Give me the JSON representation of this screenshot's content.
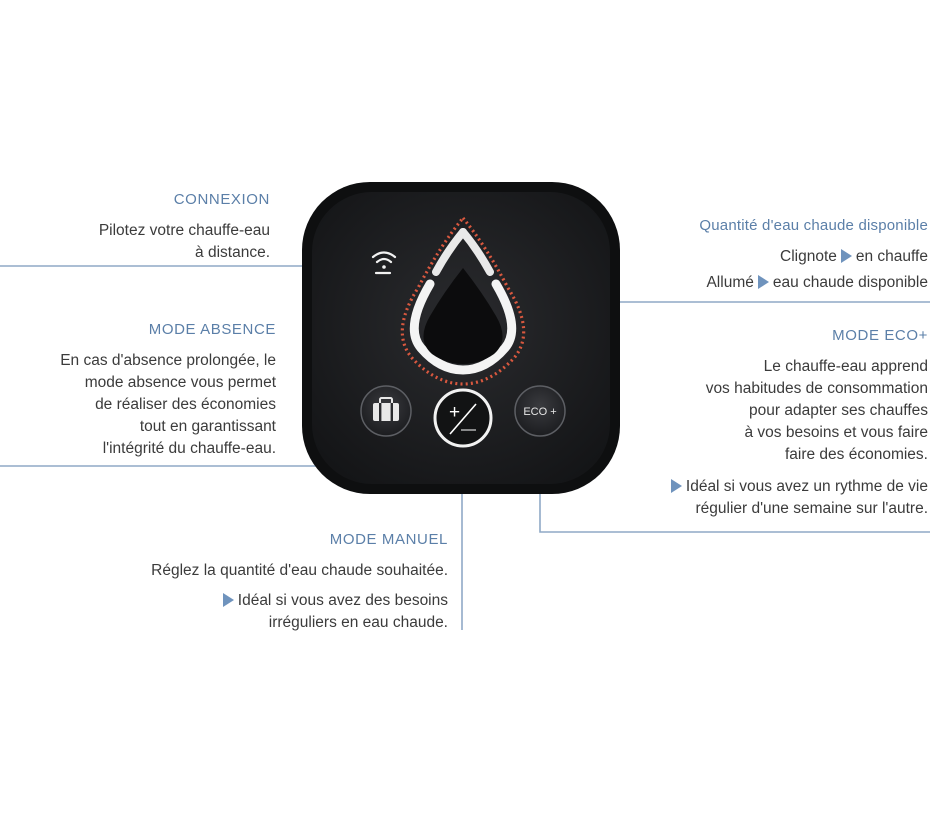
{
  "connexion": {
    "title": "CONNEXION",
    "lines": [
      "Pilotez votre chauffe-eau",
      "à distance."
    ]
  },
  "absence": {
    "title": "MODE ABSENCE",
    "lines": [
      "En cas d'absence prolongée, le",
      "mode absence vous permet",
      "de réaliser des économies",
      "tout en garantissant",
      "l'intégrité du chauffe-eau."
    ]
  },
  "quantite": {
    "title": "Quantité d'eau chaude disponible",
    "blink_a": "Clignote",
    "blink_b": "en chauffe",
    "on_a": "Allumé",
    "on_b": "eau chaude disponible"
  },
  "eco": {
    "title": "MODE ECO+",
    "lines": [
      "Le chauffe-eau apprend",
      "vos habitudes de consommation",
      "pour adapter ses chauffes",
      "à vos besoins et vous faire",
      "faire des économies."
    ],
    "tip_lines": [
      "Idéal si vous avez un rythme de vie",
      "régulier d'une semaine sur l'autre."
    ]
  },
  "manuel": {
    "title": "MODE MANUEL",
    "line": "Réglez la quantité d'eau chaude souhaitée.",
    "tip_lines": [
      "Idéal si vous avez des besoins",
      "irréguliers en eau chaude."
    ]
  },
  "device": {
    "eco_button_label": "ECO +",
    "plus_sign": "+",
    "minus_sign": "—",
    "icons": [
      "wifi-icon",
      "suitcase-icon",
      "plus-minus-icon",
      "water-drop-icon"
    ]
  },
  "colors": {
    "accent_blue": "#5b7fa8",
    "line_blue": "#6f93bd",
    "device_body": "#1a1b1d",
    "heating_red": "#d9583f"
  }
}
